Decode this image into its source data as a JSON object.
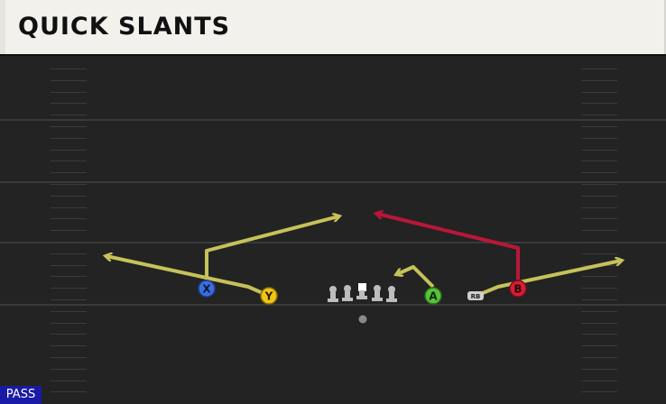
{
  "play": {
    "title": "QUICK SLANTS",
    "badge": "PASS"
  },
  "players": {
    "x": "X",
    "y": "Y",
    "a": "A",
    "b": "B",
    "rb": "RB"
  },
  "colors": {
    "route_default": "#c6c25a",
    "route_primary": "#b8173a",
    "x_receiver": "#3a6ee0",
    "y_receiver": "#f0c419",
    "a_receiver": "#57c23a",
    "b_receiver": "#d81e36",
    "rb": "#cfcfcf",
    "badge": "#1a1aa8"
  }
}
